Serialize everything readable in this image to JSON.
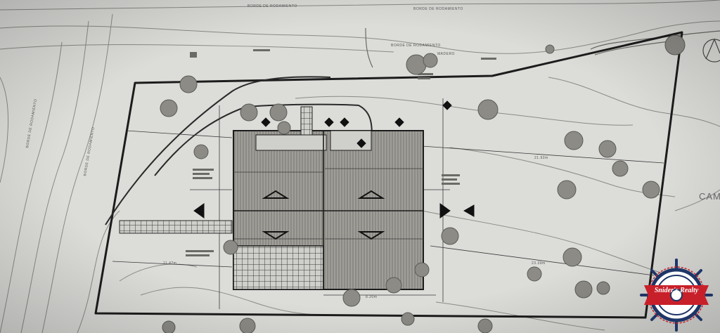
{
  "photo": {
    "subject": "architectural site plan drawing",
    "labels": {
      "road_edge_top_1": "BORDE DE RODAMIENTO",
      "road_edge_top_2": "BORDE DE RODAMIENTO",
      "road_edge_mid": "BORDE DE RODAMIENTO",
      "road_edge_left_1": "BORDE DE RODAMIENTO",
      "road_edge_left_2": "BORDE DE RODAMIENTO",
      "tree_label": "MADERO",
      "dim_1": "21.92m",
      "dim_2": "11.42m",
      "dim_3": "23.39m",
      "dim_4": "8.30m",
      "cam_text": "CAM"
    },
    "colors": {
      "paper": "#d9d9d6",
      "ink": "#1c1c1c",
      "building_fill": "#9c9a94",
      "logo_navy": "#1e3566",
      "logo_red": "#c8202a"
    }
  },
  "logo": {
    "text": "Snider's Realty"
  }
}
